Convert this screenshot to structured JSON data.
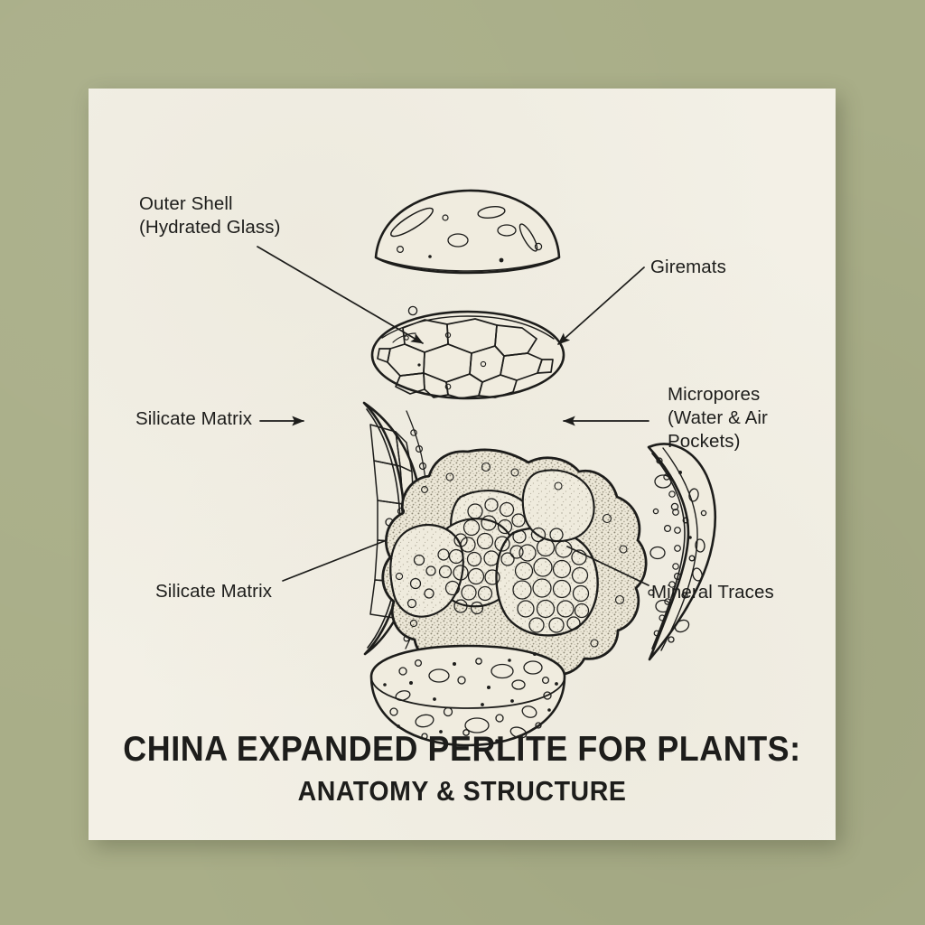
{
  "poster": {
    "background_color": "#a9ae88",
    "card_color": "#f3f0e6",
    "ink_color": "#1d1d1b"
  },
  "title": {
    "main": "CHINA EXPANDED PERLITE FOR PLANTS:",
    "sub": "ANATOMY & STRUCTURE"
  },
  "labels": {
    "outer_shell": "Outer Shell\n(Hydrated Glass)",
    "giremats": "Giremats",
    "silicate_matrix_left": "Silicate Matrix",
    "micropores": "Micropores\n(Water & Air\n  Pockets)",
    "silicate_matrix_bottom": "Silicate Matrix",
    "mineral_traces": "Mineral Traces"
  },
  "diagram": {
    "parts": [
      "top-dome-outer-shell",
      "honeycomb-cap",
      "left-crescent-cell-wall",
      "central-porous-granule",
      "right-crescent-micropores",
      "bottom-bowl-mineral-traces"
    ]
  }
}
